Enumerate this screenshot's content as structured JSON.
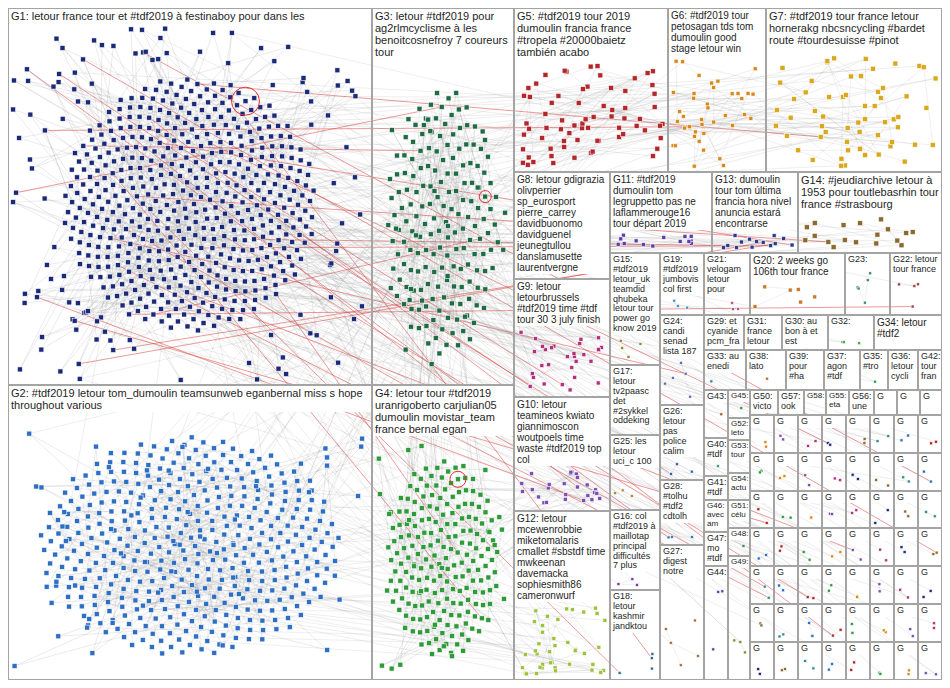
{
  "diagram": {
    "nodes": [
      {
        "text": [
          "G1: letour france tour et #tdf2019 à festinaboy pour dans les"
        ]
      },
      {
        "text": [
          "G3: letour #tdf2019 pour ag2rlmcyclisme à les benoitcosnefroy 7 coureurs tour"
        ]
      },
      {
        "text": [
          "G5: #tdf2019 tour 2019 dumoulin francia france #tropela #20000baietz también acabo"
        ]
      },
      {
        "text": [
          "G6: #tdf2019 tour petosagan tds tom dumoulin good stage letour win"
        ]
      },
      {
        "text": [
          "G7: #tdf2019 tour france letour hornerakg nbcsncycling #bardet route #tourdesuisse #pinot"
        ]
      },
      {
        "text": [
          "G8: letour gdigrazia olivperrier sp_eurosport pierre_carrey davidbuonomo davidguenel jeunegtullou danslamusette laurentvergne"
        ]
      },
      {
        "text": [
          "G11: #tdf2019 dumoulin tom legruppetto pas ne laflammerouge16 tour départ 2019"
        ]
      },
      {
        "text": [
          "G13: dumoulin tour tom última francia hora nivel anuncia estará encontrarse"
        ]
      },
      {
        "text": [
          "G14: #jeudiarchive letour à 1953 pour toutlebasrhin tour france #strasbourg"
        ]
      },
      {
        "text": [
          "G15: #tdf2019 letour_uk teamdid qhubeka letour tour power go know 2019"
        ]
      },
      {
        "text": [
          "G19: #tdf2019 jumbovis col first"
        ]
      },
      {
        "text": [
          "G21: velogam letour pour"
        ]
      },
      {
        "text": [
          "G20: 2 weeks go 106th tour france"
        ]
      },
      {
        "text": [
          "G23:"
        ]
      },
      {
        "text": [
          "G22: letour tour france"
        ]
      },
      {
        "text": [
          "G9: letour letourbrussels #tdf2019 time #tdf tour 30 3 july finish"
        ]
      },
      {
        "text": [
          "G24: candi senad lista 187"
        ]
      },
      {
        "text": [
          "G29: et cyanide pcm_fra"
        ]
      },
      {
        "text": [
          "G31: france letour"
        ]
      },
      {
        "text": [
          "G30: au bon à et est"
        ]
      },
      {
        "text": [
          "G32:"
        ]
      },
      {
        "text": [
          "G34: letour #tdf2"
        ]
      },
      {
        "text": [
          "G33: au enedi"
        ]
      },
      {
        "text": [
          "G38: lato"
        ]
      },
      {
        "text": [
          "G39: pour #ha"
        ]
      },
      {
        "text": [
          "G37: agon #tdf"
        ]
      },
      {
        "text": [
          "G35: #tro"
        ]
      },
      {
        "text": [
          "G36: letour cycli"
        ]
      },
      {
        "text": [
          "G42: tour fran"
        ]
      },
      {
        "text": [
          "G17: letour tv2paasc det #2sykkel oddeking"
        ]
      },
      {
        "text": [
          "G2: #tdf2019 letour tom_dumoulin teamsunweb eganbernal miss s hope throughout various"
        ]
      },
      {
        "text": [
          "G4: letour tour #tdf2019 uranrigoberto carjulian05 dumoulin movistar_team france bernal egan"
        ]
      },
      {
        "text": [
          "G10: letour teamineos kwiato giannimoscon woutpoels time waste #tdf2019 top col"
        ]
      },
      {
        "text": [
          "G43:"
        ]
      },
      {
        "text": [
          "G45:"
        ]
      },
      {
        "text": [
          "G50: victo"
        ]
      },
      {
        "text": [
          "G57: ook"
        ]
      },
      {
        "text": [
          "G58:"
        ]
      },
      {
        "text": [
          "G55: eta"
        ]
      },
      {
        "text": [
          "G56: une"
        ]
      },
      {
        "text": [
          "G52: leto"
        ]
      },
      {
        "text": [
          "G26: letour pas police calim"
        ]
      },
      {
        "text": [
          "G25: les letour uci_c 100"
        ]
      },
      {
        "text": [
          "G40: #tdf"
        ]
      },
      {
        "text": [
          "G53: tour"
        ]
      },
      {
        "text": [
          "G41: #tdf"
        ]
      },
      {
        "text": [
          "G54: actu"
        ]
      },
      {
        "text": [
          "G28: #tolhu #tdf2 cdtolh"
        ]
      },
      {
        "text": [
          "G46: avec am"
        ]
      },
      {
        "text": [
          "G51: célu"
        ]
      },
      {
        "text": [
          "G12: letour mcewenrobbie miketomalaris cmallet #sbstdf time mwkeenan davemacka sophiesmith86 cameronwurf"
        ]
      },
      {
        "text": [
          "G16: col #tdf2019 à maillotap principal difficultés 7 plus"
        ]
      },
      {
        "text": [
          "G47: mo #tdf"
        ]
      },
      {
        "text": [
          "G48:"
        ]
      },
      {
        "text": [
          "G27: digest notre"
        ]
      },
      {
        "text": [
          "G44:"
        ]
      },
      {
        "text": [
          "G49:"
        ]
      },
      {
        "text": [
          "G18: letour kashmir jandktou"
        ]
      },
      {
        "text": [
          "G"
        ]
      },
      {
        "text": [
          "G"
        ]
      },
      {
        "text": [
          "G"
        ]
      },
      {
        "text": [
          "G"
        ]
      },
      {
        "text": [
          "G"
        ]
      },
      {
        "text": [
          "G"
        ]
      },
      {
        "text": [
          "G"
        ]
      },
      {
        "text": [
          "G"
        ]
      },
      {
        "text": [
          "G"
        ]
      },
      {
        "text": [
          "G"
        ]
      },
      {
        "text": [
          "G"
        ]
      },
      {
        "text": [
          "G"
        ]
      },
      {
        "text": [
          "G"
        ]
      },
      {
        "text": [
          "G"
        ]
      },
      {
        "text": [
          "G"
        ]
      },
      {
        "text": [
          "G"
        ]
      },
      {
        "text": [
          "G"
        ]
      },
      {
        "text": [
          "G"
        ]
      },
      {
        "text": [
          "G"
        ]
      },
      {
        "text": [
          "G"
        ]
      },
      {
        "text": [
          "G"
        ]
      },
      {
        "text": [
          "G"
        ]
      },
      {
        "text": [
          "G"
        ]
      },
      {
        "text": [
          "G"
        ]
      },
      {
        "text": [
          "G"
        ]
      },
      {
        "text": [
          "G"
        ]
      },
      {
        "text": [
          "G"
        ]
      },
      {
        "text": [
          "G"
        ]
      },
      {
        "text": [
          "G"
        ]
      },
      {
        "text": [
          "G"
        ]
      },
      {
        "text": [
          "G"
        ]
      },
      {
        "text": [
          "G"
        ]
      },
      {
        "text": [
          "G"
        ]
      },
      {
        "text": [
          "G"
        ]
      },
      {
        "text": [
          "G"
        ]
      },
      {
        "text": [
          "G"
        ]
      },
      {
        "text": [
          "G"
        ]
      },
      {
        "text": [
          "G"
        ]
      },
      {
        "text": [
          "G"
        ]
      },
      {
        "text": [
          "G"
        ]
      },
      {
        "text": [
          "G"
        ]
      },
      {
        "text": [
          "G"
        ]
      },
      {
        "text": [
          "G"
        ]
      },
      {
        "text": [
          "G"
        ]
      },
      {
        "text": [
          "G"
        ]
      },
      {
        "text": [
          "G"
        ]
      },
      {
        "text": [
          "G"
        ]
      },
      {
        "text": [
          "G"
        ]
      },
      {
        "text": [
          "G"
        ]
      },
      {
        "text": [
          "G"
        ]
      },
      {
        "text": [
          "G"
        ]
      },
      {
        "text": [
          "G"
        ]
      },
      {
        "text": [
          "G"
        ]
      },
      {
        "text": [
          "G"
        ]
      },
      {
        "text": [
          "G"
        ]
      },
      {
        "text": [
          "G"
        ]
      },
      {
        "text": [
          "G"
        ]
      },
      {
        "text": [
          "G"
        ]
      },
      {
        "text": [
          "G"
        ]
      }
    ]
  }
}
